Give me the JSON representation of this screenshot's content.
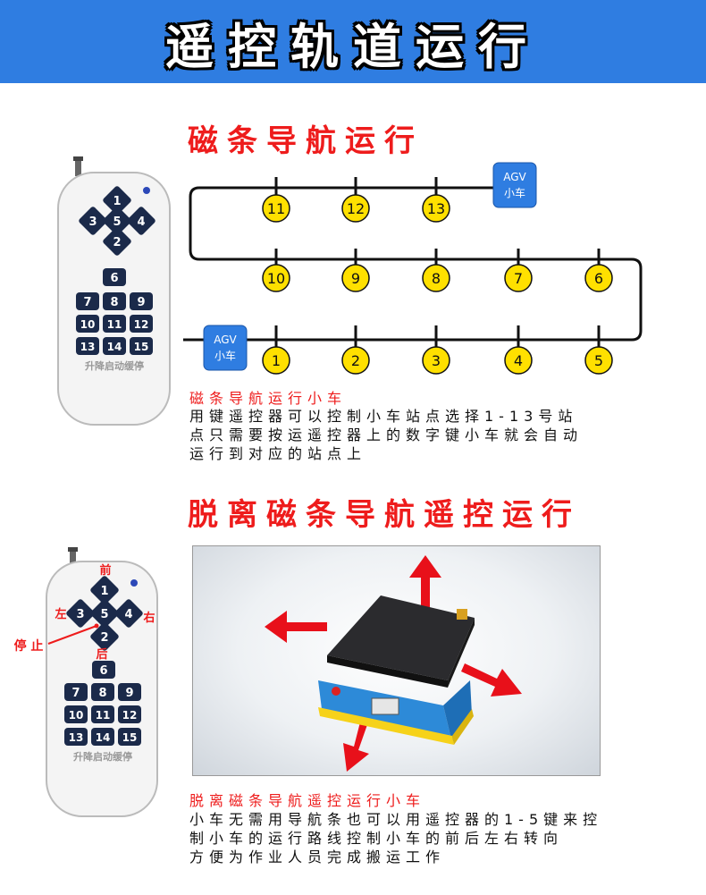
{
  "banner": {
    "title": "遥控轨道运行",
    "color": "#2f7de1"
  },
  "section1": {
    "heading": "磁条导航运行",
    "stations_top": [
      "11",
      "12",
      "13"
    ],
    "stations_mid": [
      "10",
      "9",
      "8",
      "7",
      "6"
    ],
    "stations_bottom": [
      "1",
      "2",
      "3",
      "4",
      "5"
    ],
    "agv_label_1": "AGV",
    "agv_label_2": "小车",
    "desc_title": "磁条导航运行小车",
    "desc_lines": [
      "用键遥控器可以控制小车站点选择1-13号站",
      "点只需要按运遥控器上的数字键小车就会自动",
      "运行到对应的站点上"
    ]
  },
  "section2": {
    "heading": "脱离磁条导航遥控运行",
    "labels": {
      "front": "前",
      "left": "左",
      "right": "右",
      "back": "后",
      "stop": "停 止"
    },
    "desc_title": "脱离磁条导航遥控运行小车",
    "desc_lines": [
      "小车无需用导航条也可以用遥控器的1-5键来控",
      "制小车的运行路线控制小车的前后左右转向",
      "方便为作业人员完成搬运工作"
    ]
  },
  "remote": {
    "keys_dpad": [
      "1",
      "3",
      "5",
      "4",
      "2"
    ],
    "keys_grid": [
      "6",
      "7",
      "8",
      "9",
      "10",
      "11",
      "12",
      "13",
      "14",
      "15"
    ],
    "footer": "升降启动缓停"
  },
  "colors": {
    "heading_red": "#ee1c1c",
    "station_yellow": "#ffe000",
    "agv_blue": "#2f7de1",
    "key_navy": "#1b2a4a"
  }
}
